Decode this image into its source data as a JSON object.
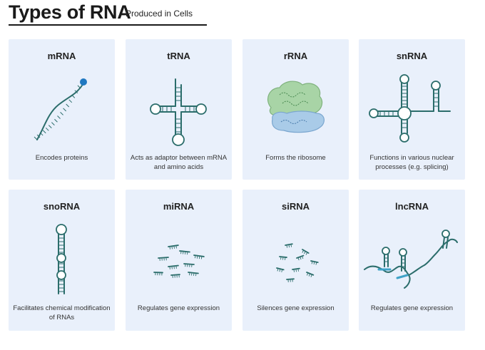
{
  "header": {
    "title": "Types of RNA",
    "subtitle": "Produced in Cells"
  },
  "cards": [
    {
      "name": "mRNA",
      "desc": "Encodes proteins",
      "icon": "mrna-strand-icon"
    },
    {
      "name": "tRNA",
      "desc": "Acts as adaptor between mRNA and amino acids",
      "icon": "trna-cloverleaf-icon"
    },
    {
      "name": "rRNA",
      "desc": "Forms the ribosome",
      "icon": "ribosome-icon"
    },
    {
      "name": "snRNA",
      "desc": "Functions in various nuclear processes (e.g. splicing)",
      "icon": "snrna-structure-icon"
    },
    {
      "name": "snoRNA",
      "desc": "Facilitates chemical modification of RNAs",
      "icon": "snorna-hairpin-icon"
    },
    {
      "name": "miRNA",
      "desc": "Regulates gene expression",
      "icon": "mirna-fragments-icon"
    },
    {
      "name": "siRNA",
      "desc": "Silences gene expression",
      "icon": "sirna-fragments-icon"
    },
    {
      "name": "lncRNA",
      "desc": "Regulates gene expression",
      "icon": "lncrna-strand-icon"
    }
  ],
  "colors": {
    "strand": "#2b6d6b",
    "card_bg": "#e9f0fb",
    "cap": "#1f78c1",
    "ribosome_large": "#a8d4a6",
    "ribosome_small": "#a9cbe8"
  }
}
